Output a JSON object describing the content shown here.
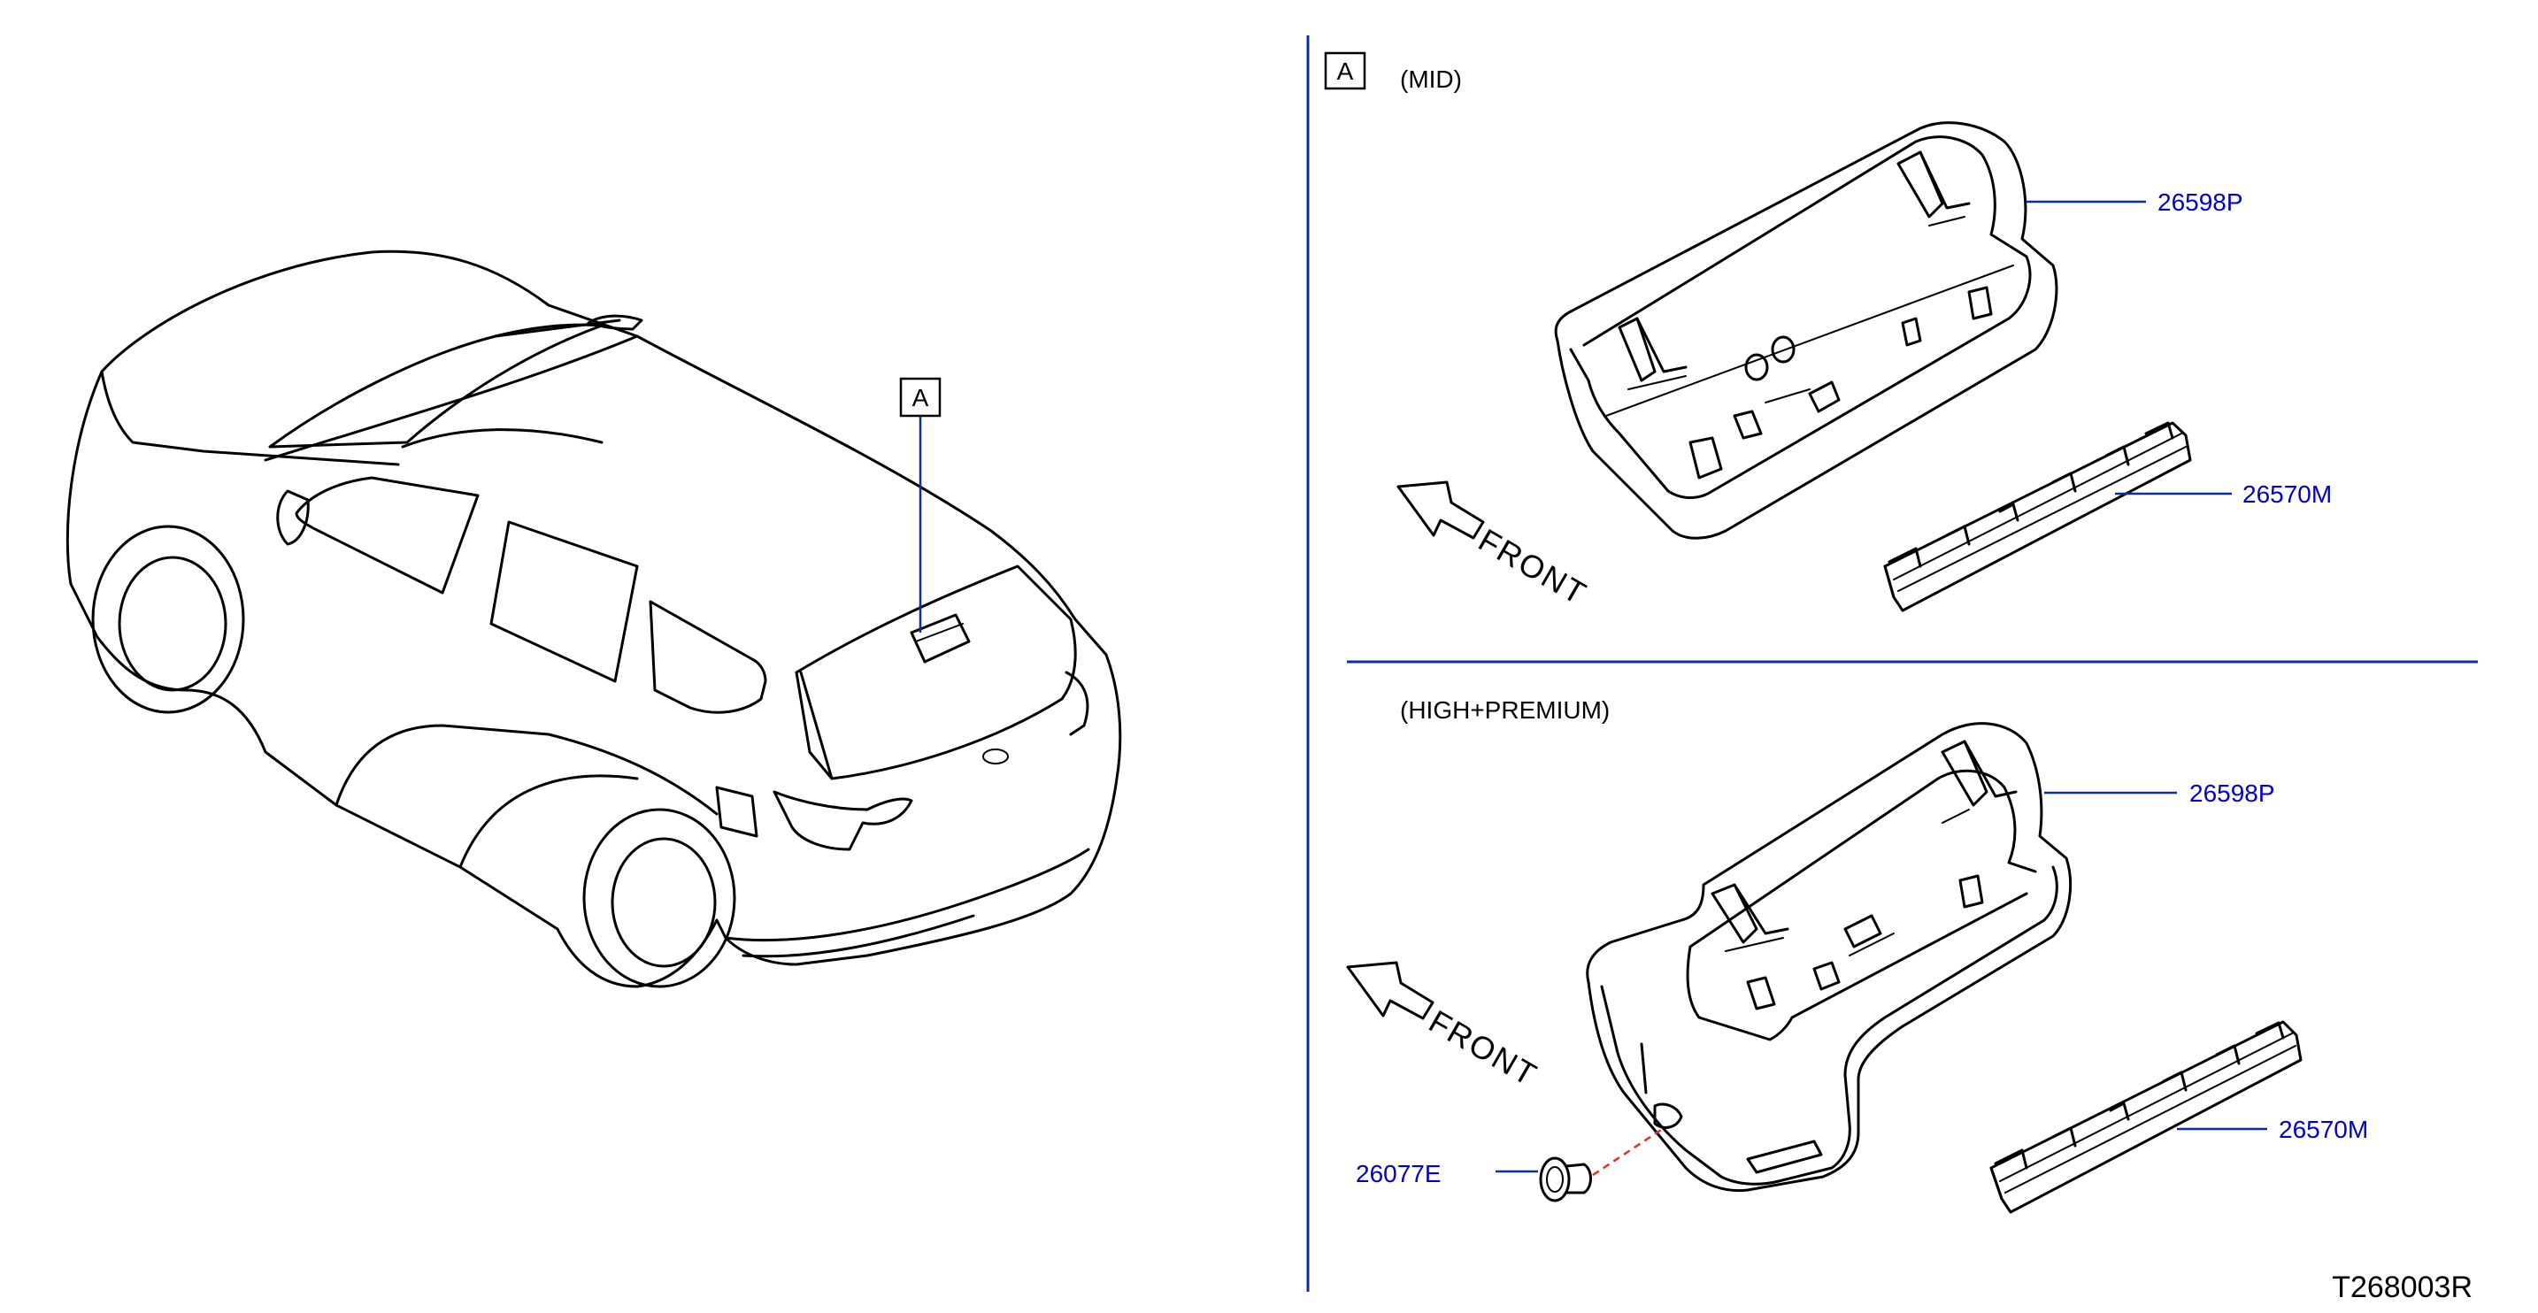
{
  "diagram": {
    "callout_vehicle": "A",
    "section_box": "A",
    "section_mid_label": "(MID)",
    "section_high_label": "(HIGH+PREMIUM)",
    "front_label": "FRONT",
    "parts": {
      "mid_cover": "26598P",
      "mid_lamp": "26570M",
      "high_cover": "26598P",
      "high_lamp": "26570M",
      "clip": "26077E"
    },
    "reference_code": "T268003R"
  },
  "colors": {
    "part_number": "#0000cc",
    "divider": "#0b2fa0",
    "clip_dashed": "#e03030"
  }
}
